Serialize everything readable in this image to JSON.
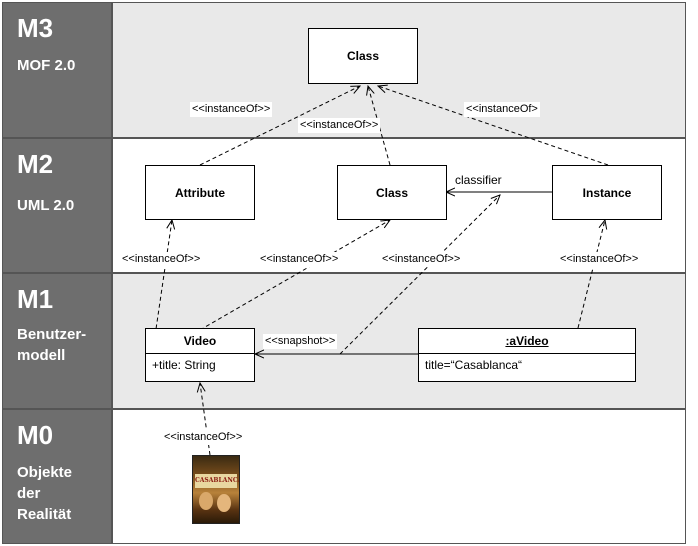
{
  "levels": [
    {
      "id": "M3",
      "lines": [
        "MOF 2.0"
      ]
    },
    {
      "id": "M2",
      "lines": [
        "UML 2.0"
      ]
    },
    {
      "id": "M1",
      "lines": [
        "Benutzer-",
        "modell"
      ]
    },
    {
      "id": "M0",
      "lines": [
        "Objekte",
        "der",
        "Realität"
      ]
    }
  ],
  "m3": {
    "class_label": "Class"
  },
  "m2": {
    "attribute_label": "Attribute",
    "class_label": "Class",
    "instance_label": "Instance",
    "classifier_label": "classifier"
  },
  "m1": {
    "video": {
      "name": "Video",
      "attr": "+title: String"
    },
    "avideo": {
      "name": ":aVideo",
      "attr": "title=“Casablanca“"
    },
    "snapshot_label": "<<snapshot>>"
  },
  "tags": {
    "instance_of": "<<instanceOf>>",
    "instance_of_partial": "<<instanceOf>"
  },
  "poster": {
    "title": "CASABLANCA"
  },
  "colors": {
    "label_bg": "#6e6e6e",
    "band_gray": "#e9e9e9",
    "band_white": "#ffffff"
  }
}
